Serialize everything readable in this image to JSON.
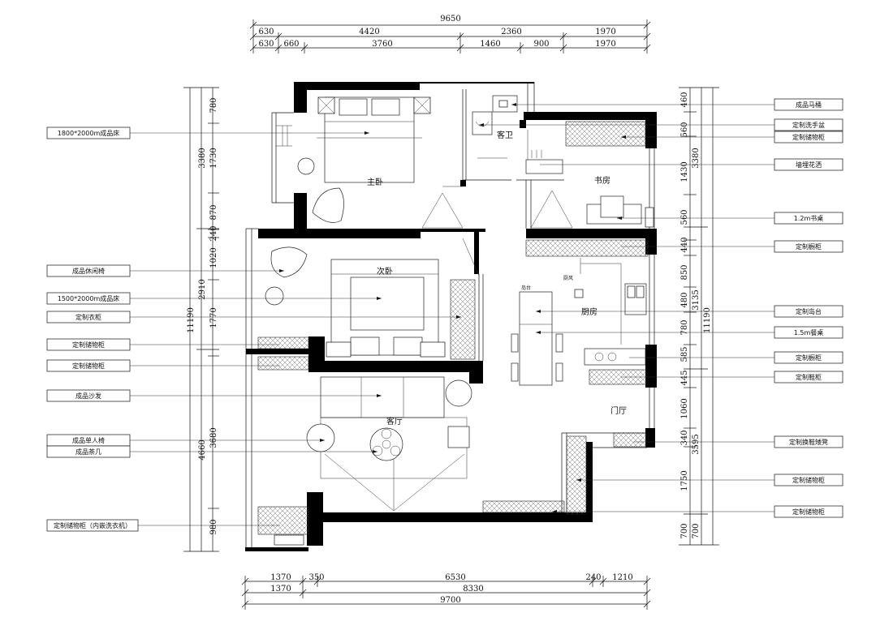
{
  "dims_top": {
    "total": "9650",
    "row1": [
      "630",
      "4420",
      "2360",
      "1970"
    ],
    "row2": [
      "630",
      "660",
      "3760",
      "1460",
      "900",
      "1970"
    ]
  },
  "dims_bottom": {
    "row1": [
      "1370",
      "350",
      "6530",
      "240",
      "1210"
    ],
    "row2": [
      "1370",
      "8330"
    ],
    "total": "9700"
  },
  "dims_left": {
    "outer": [
      "11190"
    ],
    "middle": [
      "3380",
      "2910",
      "4660"
    ],
    "inner": [
      "780",
      "1730",
      "870",
      "240",
      "1020",
      "1770",
      "3680",
      "980"
    ]
  },
  "dims_right": {
    "inner": [
      "460",
      "560",
      "1430",
      "560",
      "440",
      "850",
      "480",
      "780",
      "585",
      "445",
      "1060",
      "340",
      "1750",
      "700"
    ],
    "middle": [
      "3380",
      "3135",
      "3595",
      "700"
    ],
    "outer": [
      "11190"
    ]
  },
  "rooms": {
    "master": "主卧",
    "guest_bath": "客卫",
    "study": "书房",
    "second": "次卧",
    "kitchen": "厨房",
    "living": "客厅",
    "foyer": "门厅"
  },
  "notes": {
    "island": "岛台",
    "hood": "厨风"
  },
  "labels_left": [
    "1800*2000m成品床",
    "成品休闲椅",
    "1500*2000m成品床",
    "定制衣柜",
    "定制储物柜",
    "定制储物柜",
    "成品沙发",
    "成品单人椅",
    "成品茶几",
    "定制储物柜（内嵌洗衣机）"
  ],
  "labels_right": [
    "成品马桶",
    "定制洗手盆",
    "定制储物柜",
    "墙埋花洒",
    "1.2m书桌",
    "定制橱柜",
    "定制岛台",
    "1.5m餐桌",
    "定制橱柜",
    "定制鞋柜",
    "定制换鞋矮凳",
    "定制储物柜",
    "定制储物柜"
  ]
}
